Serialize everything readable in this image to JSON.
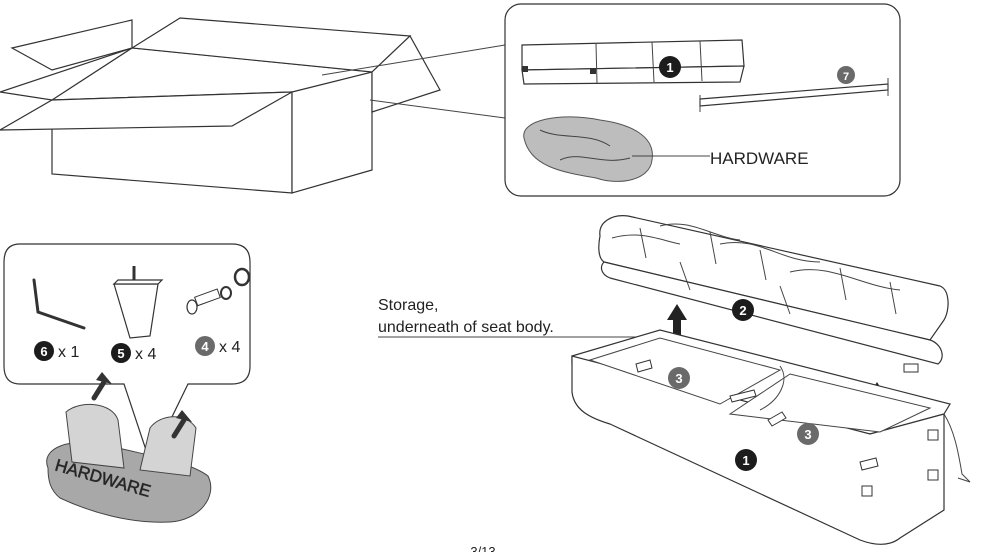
{
  "labels": {
    "hardware_bag": "HARDWARE",
    "hardware_pack": "HARDWARE",
    "storage_line1": "Storage,",
    "storage_line2": "underneath of seat body.",
    "page_number": "3/13"
  },
  "parts": {
    "p1_top": "1",
    "p7": "7",
    "p6": "6",
    "p6_qty": "x 1",
    "p5": "5",
    "p5_qty": "x 4",
    "p4": "4",
    "p4_qty": "x 4",
    "p2": "2",
    "p3_left": "3",
    "p3_right": "3",
    "p1_base": "1"
  },
  "colors": {
    "badge_dark": "#1c1c1c",
    "badge_gray": "#6a6a6a",
    "line": "#333333",
    "fill_gray": "#bdbdbd"
  }
}
